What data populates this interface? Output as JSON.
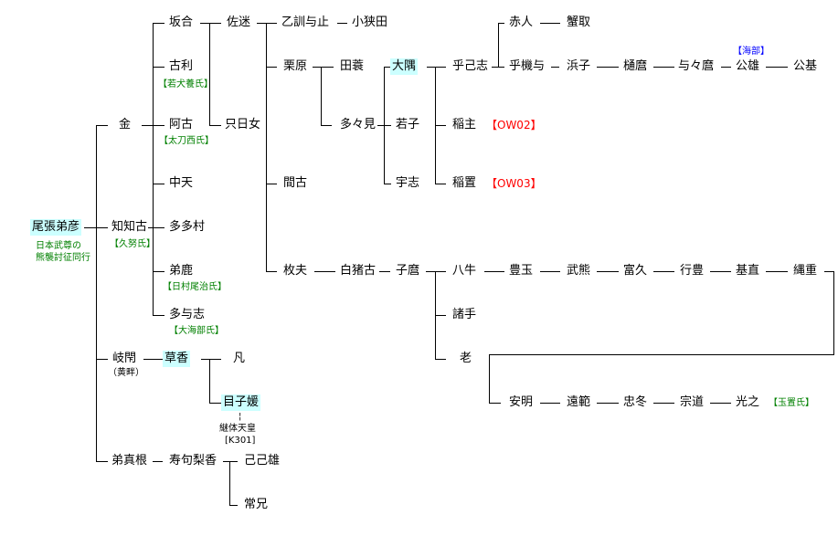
{
  "root": {
    "name": "尾張弟彦",
    "note1": "日本武尊の",
    "note2": "熊襲討征同行"
  },
  "gen1": {
    "kane": "金",
    "chichiko": "知知古",
    "chichiko_clan": "【久努氏】",
    "kihe": "岐閇",
    "kihe_alias": "（黄畔）",
    "otomane": "弟真根"
  },
  "gen2": {
    "sakai": "坂合",
    "kori": "古利",
    "kori_clan": "【若犬養氏】",
    "ako": "阿古",
    "ako_clan": "【太刀西氏】",
    "nakaame": "中天",
    "tatamura": "多多村",
    "otoka": "弟鹿",
    "otoka_clan": "【日村尾治氏】",
    "tayoshi": "多与志",
    "tayoshi_clan": "【大海部氏】",
    "kusaka": "草香",
    "sukurika": "寿句梨香"
  },
  "gen3": {
    "samei": "佐迷",
    "tahime": "只日女",
    "oshi": "凡",
    "menoko": "目子媛",
    "menoko_mark": "¦",
    "keitai": "継体天皇",
    "keitai_code": "[K301]",
    "kokoo": "己己雄",
    "tsunee": "常兄"
  },
  "gen4": {
    "otokuni": "乙訓与止",
    "osada": "小狭田",
    "kurihara": "栗原",
    "mako": "間古",
    "hirabu": "枚夫"
  },
  "gen5": {
    "tamino": "田蓑",
    "tatami": "多々見",
    "shiraiko": "白猪古",
    "komaro": "子麿"
  },
  "gen6": {
    "osumi": "大隅",
    "wakako": "若子",
    "ushi": "宇志"
  },
  "gen7": {
    "okoshi": "乎己志",
    "inanushi": "稲主",
    "inanushi_code": "【OW02】",
    "inaki": "稲置",
    "inaki_code": "【OW03】",
    "yaushi": "八牛",
    "morote": "諸手",
    "oi": "老"
  },
  "line_a": {
    "akahito": "赤人",
    "kanitori": "蟹取",
    "okiyo": "乎機与",
    "hamako": "浜子",
    "himaro": "樋麿",
    "yoyomaro": "与々麿",
    "kimio": "公雄",
    "kimio_clan": "【海部】",
    "kimimoto": "公基"
  },
  "line_b": {
    "toyotama": "豊玉",
    "takekuma": "武熊",
    "tomihisa": "富久",
    "yukitoyo": "行豊",
    "motonao": "基直",
    "tsunashige": "縄重"
  },
  "line_c": {
    "yasuaki": "安明",
    "tonori": "遠範",
    "tadafuyu": "忠冬",
    "munemichi": "宗道",
    "mitsuyuki": "光之",
    "mitsuyuki_clan": "【玉置氏】"
  },
  "colors": {
    "highlight": "#ccffff",
    "clan": "#008000",
    "code": "#ff0000",
    "kaibe": "#0000ff"
  }
}
